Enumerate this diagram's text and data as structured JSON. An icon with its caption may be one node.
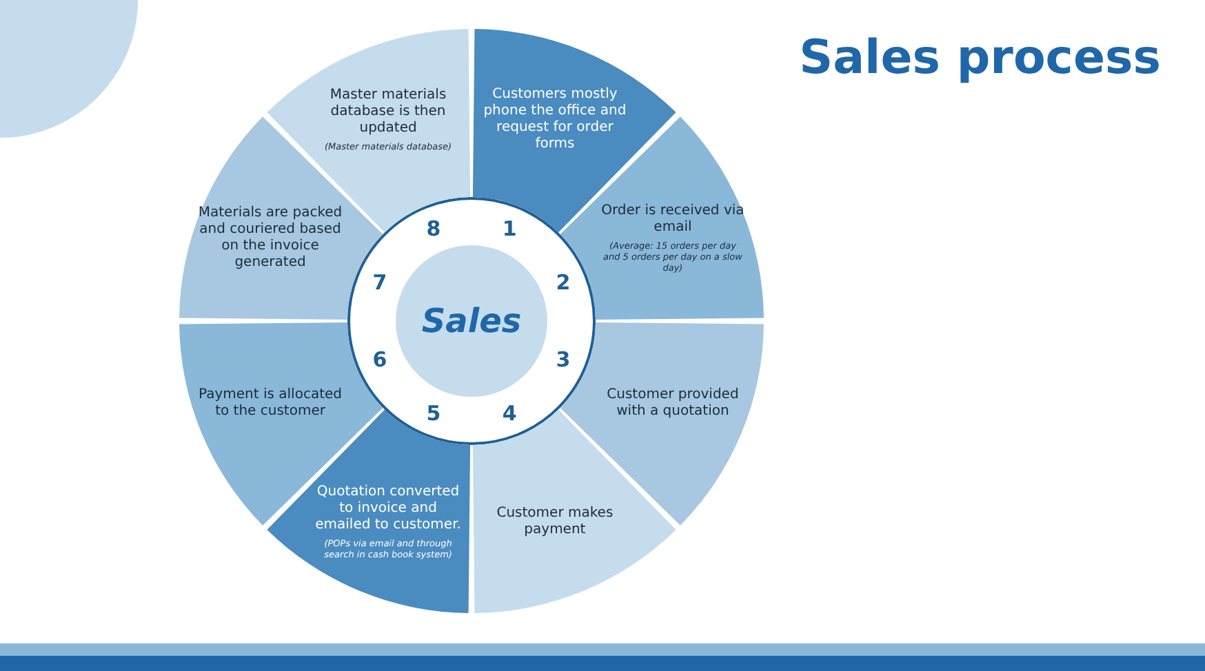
{
  "diagram": {
    "title": "Sales process",
    "nodes": [
      {
        "text": [
          "Sales"
        ]
      },
      {
        "text": [
          "Customers mostly phone the office and request for order forms"
        ],
        "beside": [
          "1"
        ]
      },
      {
        "text": [
          "Order is received via email",
          "(Average: 15 orders per day and 5 orders per day on a slow day)"
        ],
        "beside": [
          "2"
        ]
      },
      {
        "text": [
          "Customer provided with a quotation"
        ],
        "beside": [
          "3"
        ]
      },
      {
        "text": [
          "Customer makes payment"
        ],
        "beside": [
          "4"
        ]
      },
      {
        "text": [
          "Quotation converted to invoice and emailed to customer.",
          "(POPs via email and through search in cash book system)"
        ],
        "beside": [
          "5"
        ]
      },
      {
        "text": [
          "Payment is allocated to the customer"
        ],
        "beside": [
          "6"
        ]
      },
      {
        "text": [
          "Materials are packed and couriered based on the invoice generated"
        ],
        "beside": [
          "7"
        ]
      },
      {
        "text": [
          "Master materials database is then updated",
          "(Master materials database)"
        ],
        "beside": [
          "8"
        ]
      }
    ]
  }
}
